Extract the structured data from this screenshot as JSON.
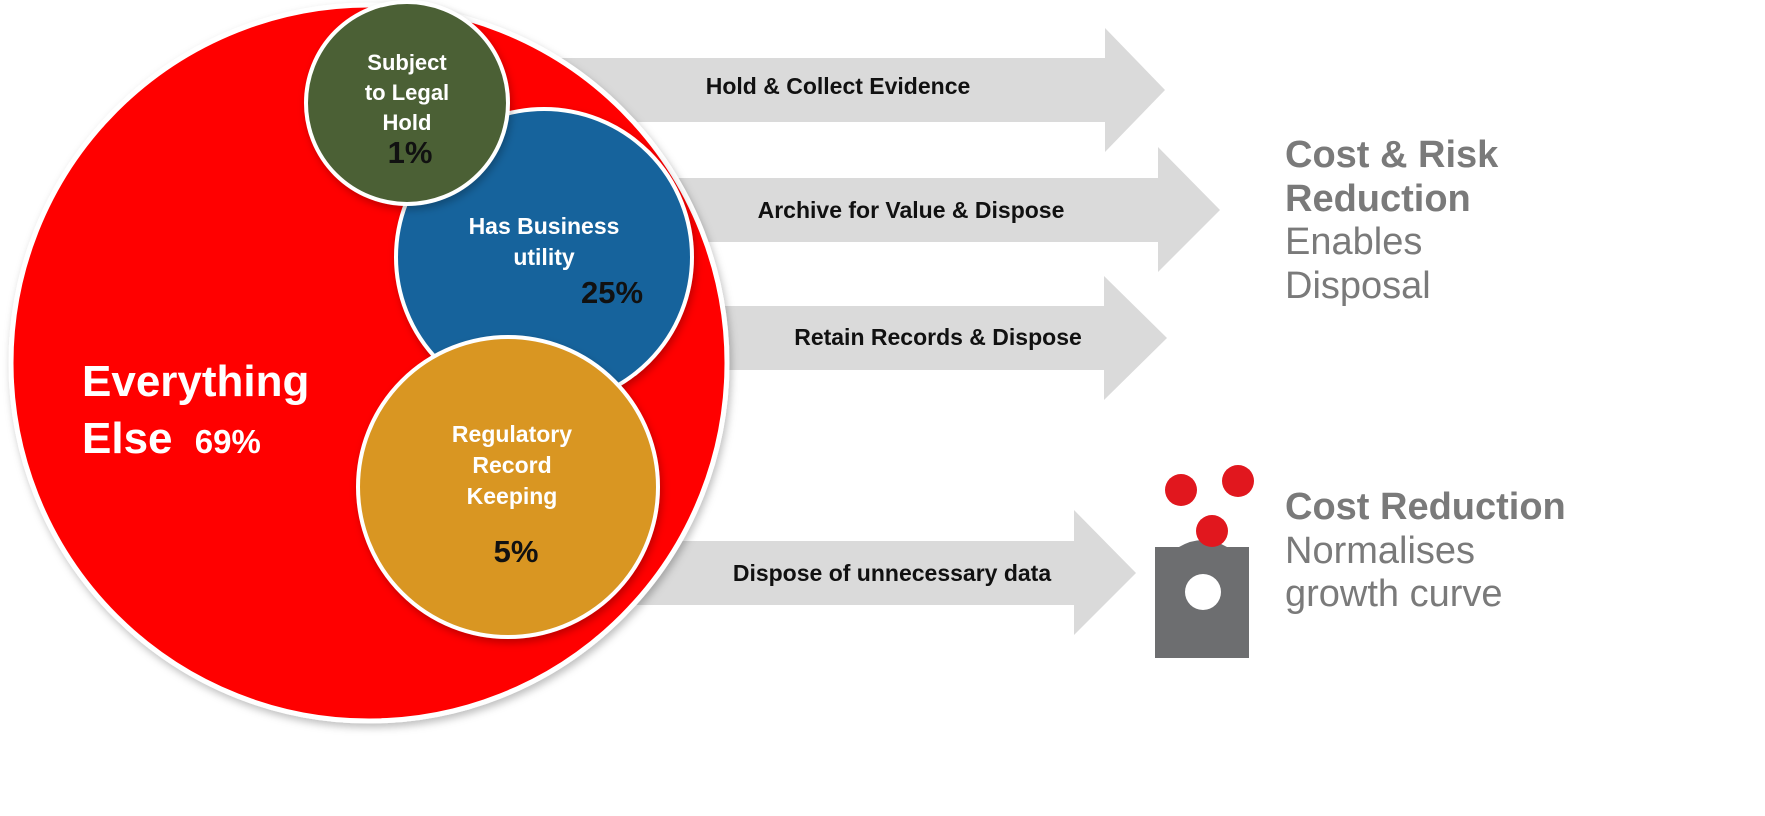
{
  "colors": {
    "red": "#ff0000",
    "green": "#4b6134",
    "blue": "#17639c",
    "gold": "#d99623",
    "arrow": "#dadada",
    "side_text": "#7a7a7a",
    "icon_gray": "#6d6e70",
    "icon_dot": "#e1171e"
  },
  "circles": {
    "everything_else": {
      "line1": "Everything",
      "line2": "Else",
      "pct": "69%"
    },
    "legal_hold": {
      "line1": "Subject",
      "line2": "to Legal",
      "line3": "Hold",
      "pct": "1%"
    },
    "business": {
      "line1": "Has Business",
      "line2": "utility",
      "pct": "25%"
    },
    "regulatory": {
      "line1": "Regulatory",
      "line2": "Record",
      "line3": "Keeping",
      "pct": "5%"
    }
  },
  "arrows": {
    "hold": "Hold & Collect Evidence",
    "archive": "Archive for Value & Dispose",
    "retain": "Retain Records & Dispose",
    "dispose": "Dispose of unnecessary data"
  },
  "outcomes": {
    "risk": {
      "title1": "Cost & Risk",
      "title2": "Reduction",
      "sub1": "Enables",
      "sub2": "Disposal"
    },
    "cost": {
      "title": "Cost Reduction",
      "sub1": "Normalises",
      "sub2": "growth curve"
    }
  },
  "icons": {
    "disposal": "trash-bin-icon"
  }
}
